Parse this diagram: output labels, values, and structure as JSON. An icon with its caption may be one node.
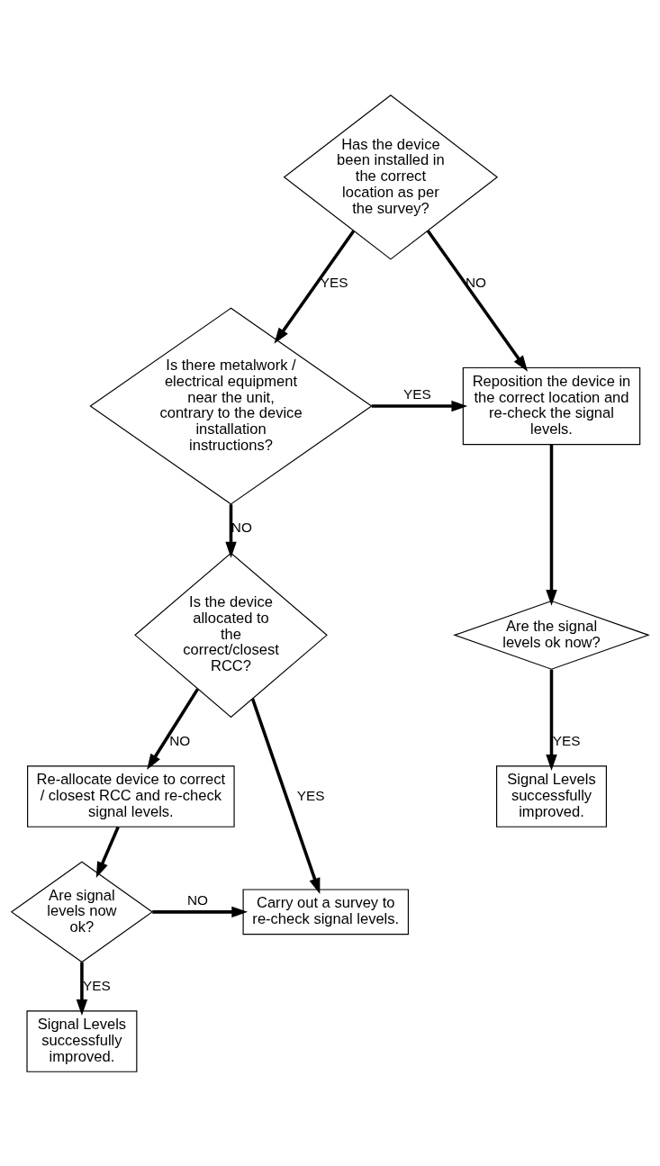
{
  "diagram": {
    "nodes": [
      {
        "text": [
          "Has the device been installed in the correct location as per the survey?"
        ]
      },
      {
        "text": [
          "Reposition the device in the correct location and re-check the signal levels."
        ]
      },
      {
        "text": [
          "Is there metalwork / electrical equipment near the unit, contrary to the device installation instructions?"
        ]
      },
      {
        "text": [
          "Are the signal levels ok now?"
        ]
      },
      {
        "text": [
          "Signal Levels successfully improved."
        ]
      },
      {
        "text": [
          "Is the device allocated to the correct/closest RCC?"
        ]
      },
      {
        "text": [
          "Re-allocate device to correct / closest RCC and re-check signal levels."
        ]
      },
      {
        "text": [
          "Carry out a survey to re-check signal levels."
        ]
      },
      {
        "text": [
          "Are signal levels now ok?"
        ]
      },
      {
        "text": [
          "Signal Levels successfully improved."
        ]
      }
    ],
    "edges": [
      {
        "from": 0,
        "to": 1,
        "arrow": "to",
        "label": "NO"
      },
      {
        "from": 0,
        "to": 2,
        "arrow": "to",
        "label": "YES"
      },
      {
        "from": 2,
        "to": 1,
        "arrow": "to",
        "label": "YES"
      },
      {
        "from": 1,
        "to": 3,
        "arrow": "to"
      },
      {
        "from": 3,
        "to": 4,
        "arrow": "to",
        "label": "YES"
      },
      {
        "from": 2,
        "to": 5,
        "arrow": "to",
        "label": "NO"
      },
      {
        "from": 5,
        "to": 6,
        "arrow": "to",
        "label": "NO"
      },
      {
        "from": 5,
        "to": 7,
        "arrow": "to",
        "label": "YES"
      },
      {
        "from": 6,
        "to": 8,
        "arrow": "to"
      },
      {
        "from": 8,
        "to": 7,
        "arrow": "to",
        "label": "NO"
      },
      {
        "from": 8,
        "to": 9,
        "arrow": "to",
        "label": "YES"
      }
    ]
  }
}
